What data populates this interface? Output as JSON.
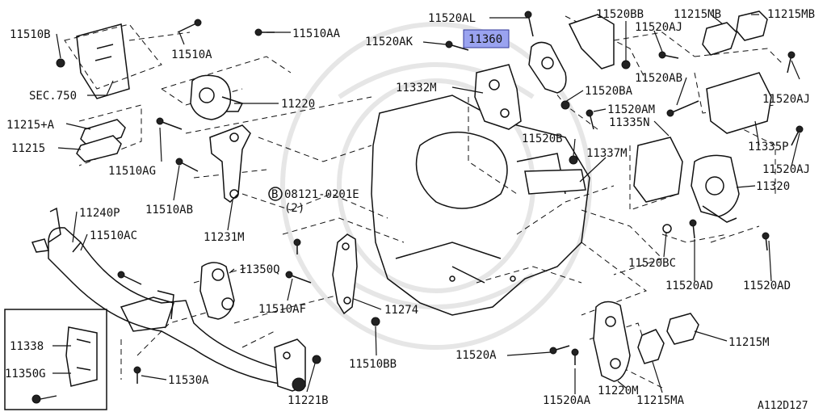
{
  "labels": {
    "l11510B": "11510B",
    "lSEC750": "SEC.750",
    "l11215A": "11215+A",
    "l11215": "11215",
    "l11510A": "11510A",
    "l11510AA": "11510AA",
    "l11220": "11220",
    "l11510AG": "11510AG",
    "l11510AB": "11510AB",
    "l11231M": "11231M",
    "l11240P": "11240P",
    "l11510AC": "11510AC",
    "l11350Q": "11350Q",
    "l11510AF": "11510AF",
    "l11274": "11274",
    "l11510BB": "11510BB",
    "l11530A": "11530A",
    "l11221B": "11221B",
    "l11338": "11338",
    "l11350G": "11350G",
    "l08121": "08121-0201E",
    "l08121qty": "(2)",
    "lB": "B",
    "l11520AL": "11520AL",
    "l11520AK": "11520AK",
    "l11360": "11360",
    "l11332M": "11332M",
    "l11520BB": "11520BB",
    "l11215MB_a": "11215MB",
    "l11215MB_b": "11215MB",
    "l11520AJ_a": "11520AJ",
    "l11520AB": "11520AB",
    "l11520AJ_b": "11520AJ",
    "l11520BA": "11520BA",
    "l11520AM": "11520AM",
    "l11335N": "11335N",
    "l11335P": "11335P",
    "l11520B": "11520B",
    "l11337M": "11337M",
    "l11520AJ_c": "11520AJ",
    "l11320": "11320",
    "l11520BC": "11520BC",
    "l11520AD_a": "11520AD",
    "l11520AD_b": "11520AD",
    "l11520A": "11520A",
    "l11215M": "11215M",
    "l11520AA": "11520AA",
    "l11220M": "11220M",
    "l11215MA": "11215MA",
    "lA112D127": "A112D127"
  },
  "colors": {
    "highlight": "#9aa3f0",
    "ink": "#111111",
    "background": "#ffffff"
  }
}
